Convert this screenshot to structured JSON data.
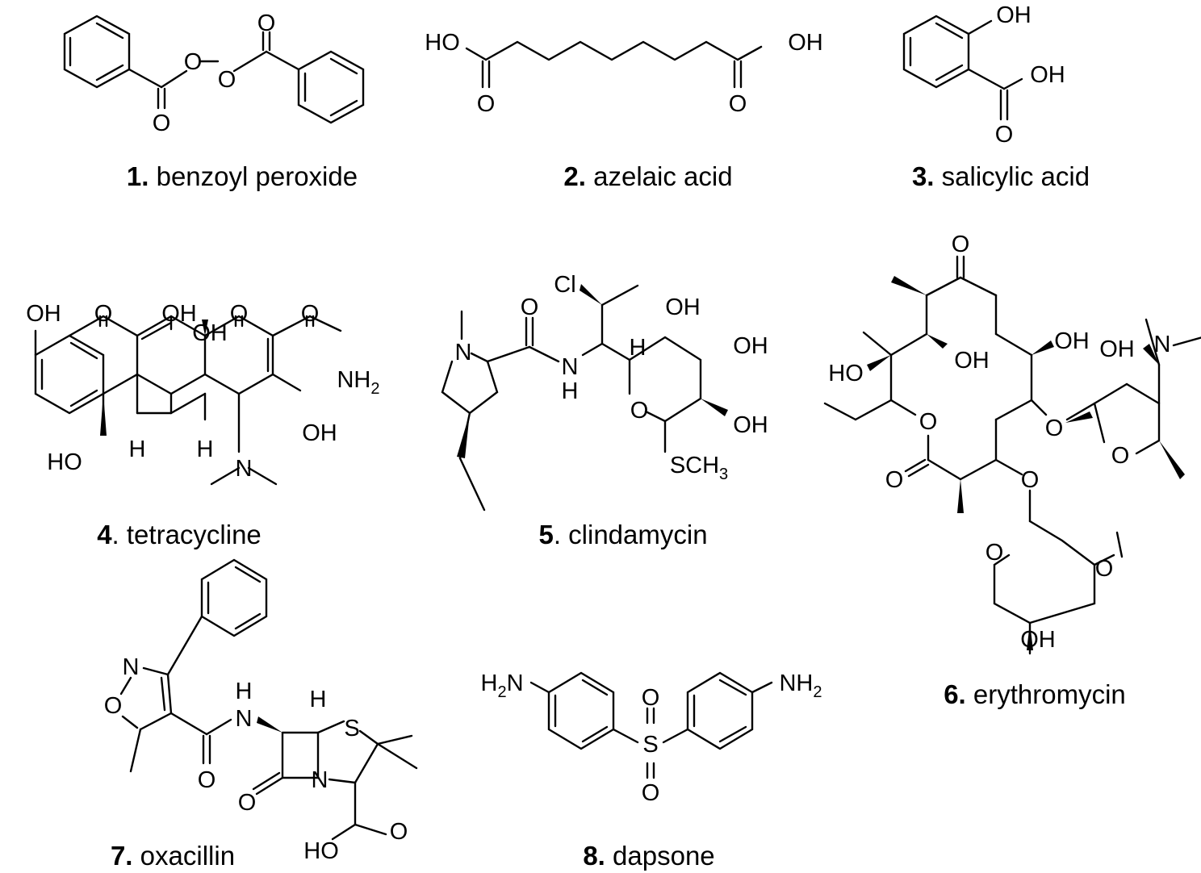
{
  "molecules": [
    {
      "number": "1.",
      "name": "benzoyl peroxide",
      "atoms": {
        "o_peroxide_1": "O",
        "o_peroxide_2": "O",
        "o_carbonyl_1": "O",
        "o_carbonyl_2": "O"
      }
    },
    {
      "number": "2.",
      "name": "azelaic acid",
      "atoms": {
        "ho_left": "HO",
        "oh_right": "OH",
        "o_left": "O",
        "o_right": "O"
      }
    },
    {
      "number": "3.",
      "name": "salicylic acid",
      "atoms": {
        "oh_phenol": "OH",
        "oh_acid": "OH",
        "o_carbonyl": "O"
      }
    },
    {
      "number": "4",
      "name": ". tetracycline",
      "atoms": {
        "oh_1": "OH",
        "o_1": "O",
        "oh_2": "OH",
        "oh_3": "OH",
        "o_2": "O",
        "o_amide": "O",
        "nh2": "NH",
        "nh2_sub": "2",
        "oh_4": "OH",
        "ho_5": "HO",
        "h_1": "H",
        "h_2": "H",
        "n": "N"
      }
    },
    {
      "number": "5",
      "name": ". clindamycin",
      "atoms": {
        "cl": "Cl",
        "o_amide": "O",
        "n_ring": "N",
        "nh_n": "N",
        "nh_h": "H",
        "h": "H",
        "oh_1": "OH",
        "oh_2": "OH",
        "o_ring": "O",
        "oh_3": "OH",
        "sch3": "SCH",
        "sch3_sub": "3"
      }
    },
    {
      "number": "6.",
      "name": "erythromycin",
      "atoms": {
        "o_ketone": "O",
        "oh_1": "OH",
        "ho_2": "HO",
        "oh_3": "OH",
        "o_lactone": "O",
        "o_carbonyl": "O",
        "o_glyc_1": "O",
        "o_glyc_2": "O",
        "oh_sugar": "OH",
        "n": "N",
        "o_sugar_ring_1": "O",
        "o_sugar_ring_2": "O",
        "o_methoxy": "O",
        "oh_bottom": "OH"
      }
    },
    {
      "number": "7.",
      "name": "oxacillin",
      "atoms": {
        "n_iso": "N",
        "o_iso": "O",
        "nh_h": "H",
        "nh_n": "N",
        "h": "H",
        "s": "S",
        "o_amide": "O",
        "o_lactam": "O",
        "n_ring": "N",
        "ho": "HO",
        "o_acid": "O"
      }
    },
    {
      "number": "8.",
      "name": "dapsone",
      "atoms": {
        "h2n": "H",
        "h2n_sub": "2",
        "h2n_n": "N",
        "nh2": "NH",
        "nh2_sub": "2",
        "s": "S",
        "o_top": "O",
        "o_bottom": "O"
      }
    }
  ]
}
